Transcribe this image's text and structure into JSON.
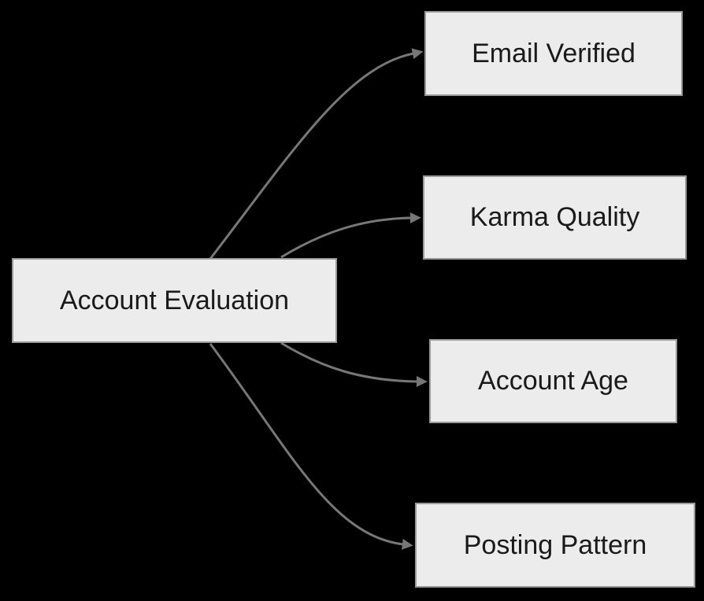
{
  "diagram": {
    "type": "flowchart",
    "direction": "left-to-right",
    "colors": {
      "background": "#000000",
      "node_fill": "#ececec",
      "node_border": "#999999",
      "node_text": "#1a1a1a",
      "edge": "#777777"
    },
    "nodes": {
      "root": {
        "label": "Account Evaluation"
      },
      "email": {
        "label": "Email Verified"
      },
      "karma": {
        "label": "Karma Quality"
      },
      "age": {
        "label": "Account Age"
      },
      "posting": {
        "label": "Posting Pattern"
      }
    },
    "edges": [
      {
        "from": "Account Evaluation",
        "to": "Email Verified"
      },
      {
        "from": "Account Evaluation",
        "to": "Karma Quality"
      },
      {
        "from": "Account Evaluation",
        "to": "Account Age"
      },
      {
        "from": "Account Evaluation",
        "to": "Posting Pattern"
      }
    ]
  }
}
